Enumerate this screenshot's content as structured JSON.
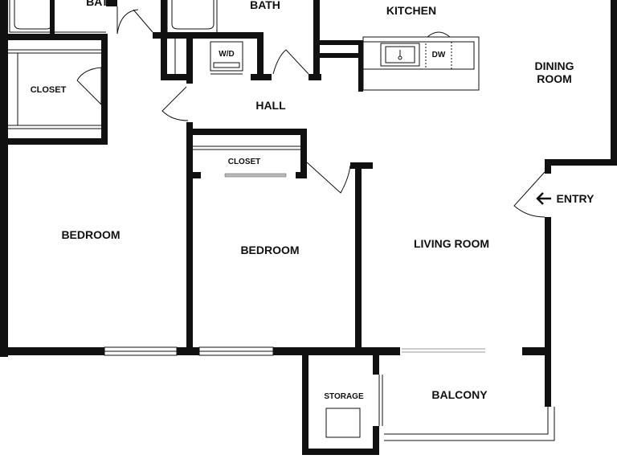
{
  "rooms": {
    "bath_left": "BATH",
    "bath_center": "BATH",
    "kitchen": "KITCHEN",
    "dining": [
      "DINING",
      "ROOM"
    ],
    "closet_left": "CLOSET",
    "washer_dryer": "W/D",
    "dishwasher": "DW",
    "hall": "HALL",
    "closet_center": "CLOSET",
    "entry": "ENTRY",
    "bedroom_left": "BEDROOM",
    "bedroom_center": "BEDROOM",
    "living_room": "LIVING ROOM",
    "storage": "STORAGE",
    "balcony": "BALCONY"
  },
  "icons": {
    "entry_arrow": "arrow-left-icon"
  }
}
